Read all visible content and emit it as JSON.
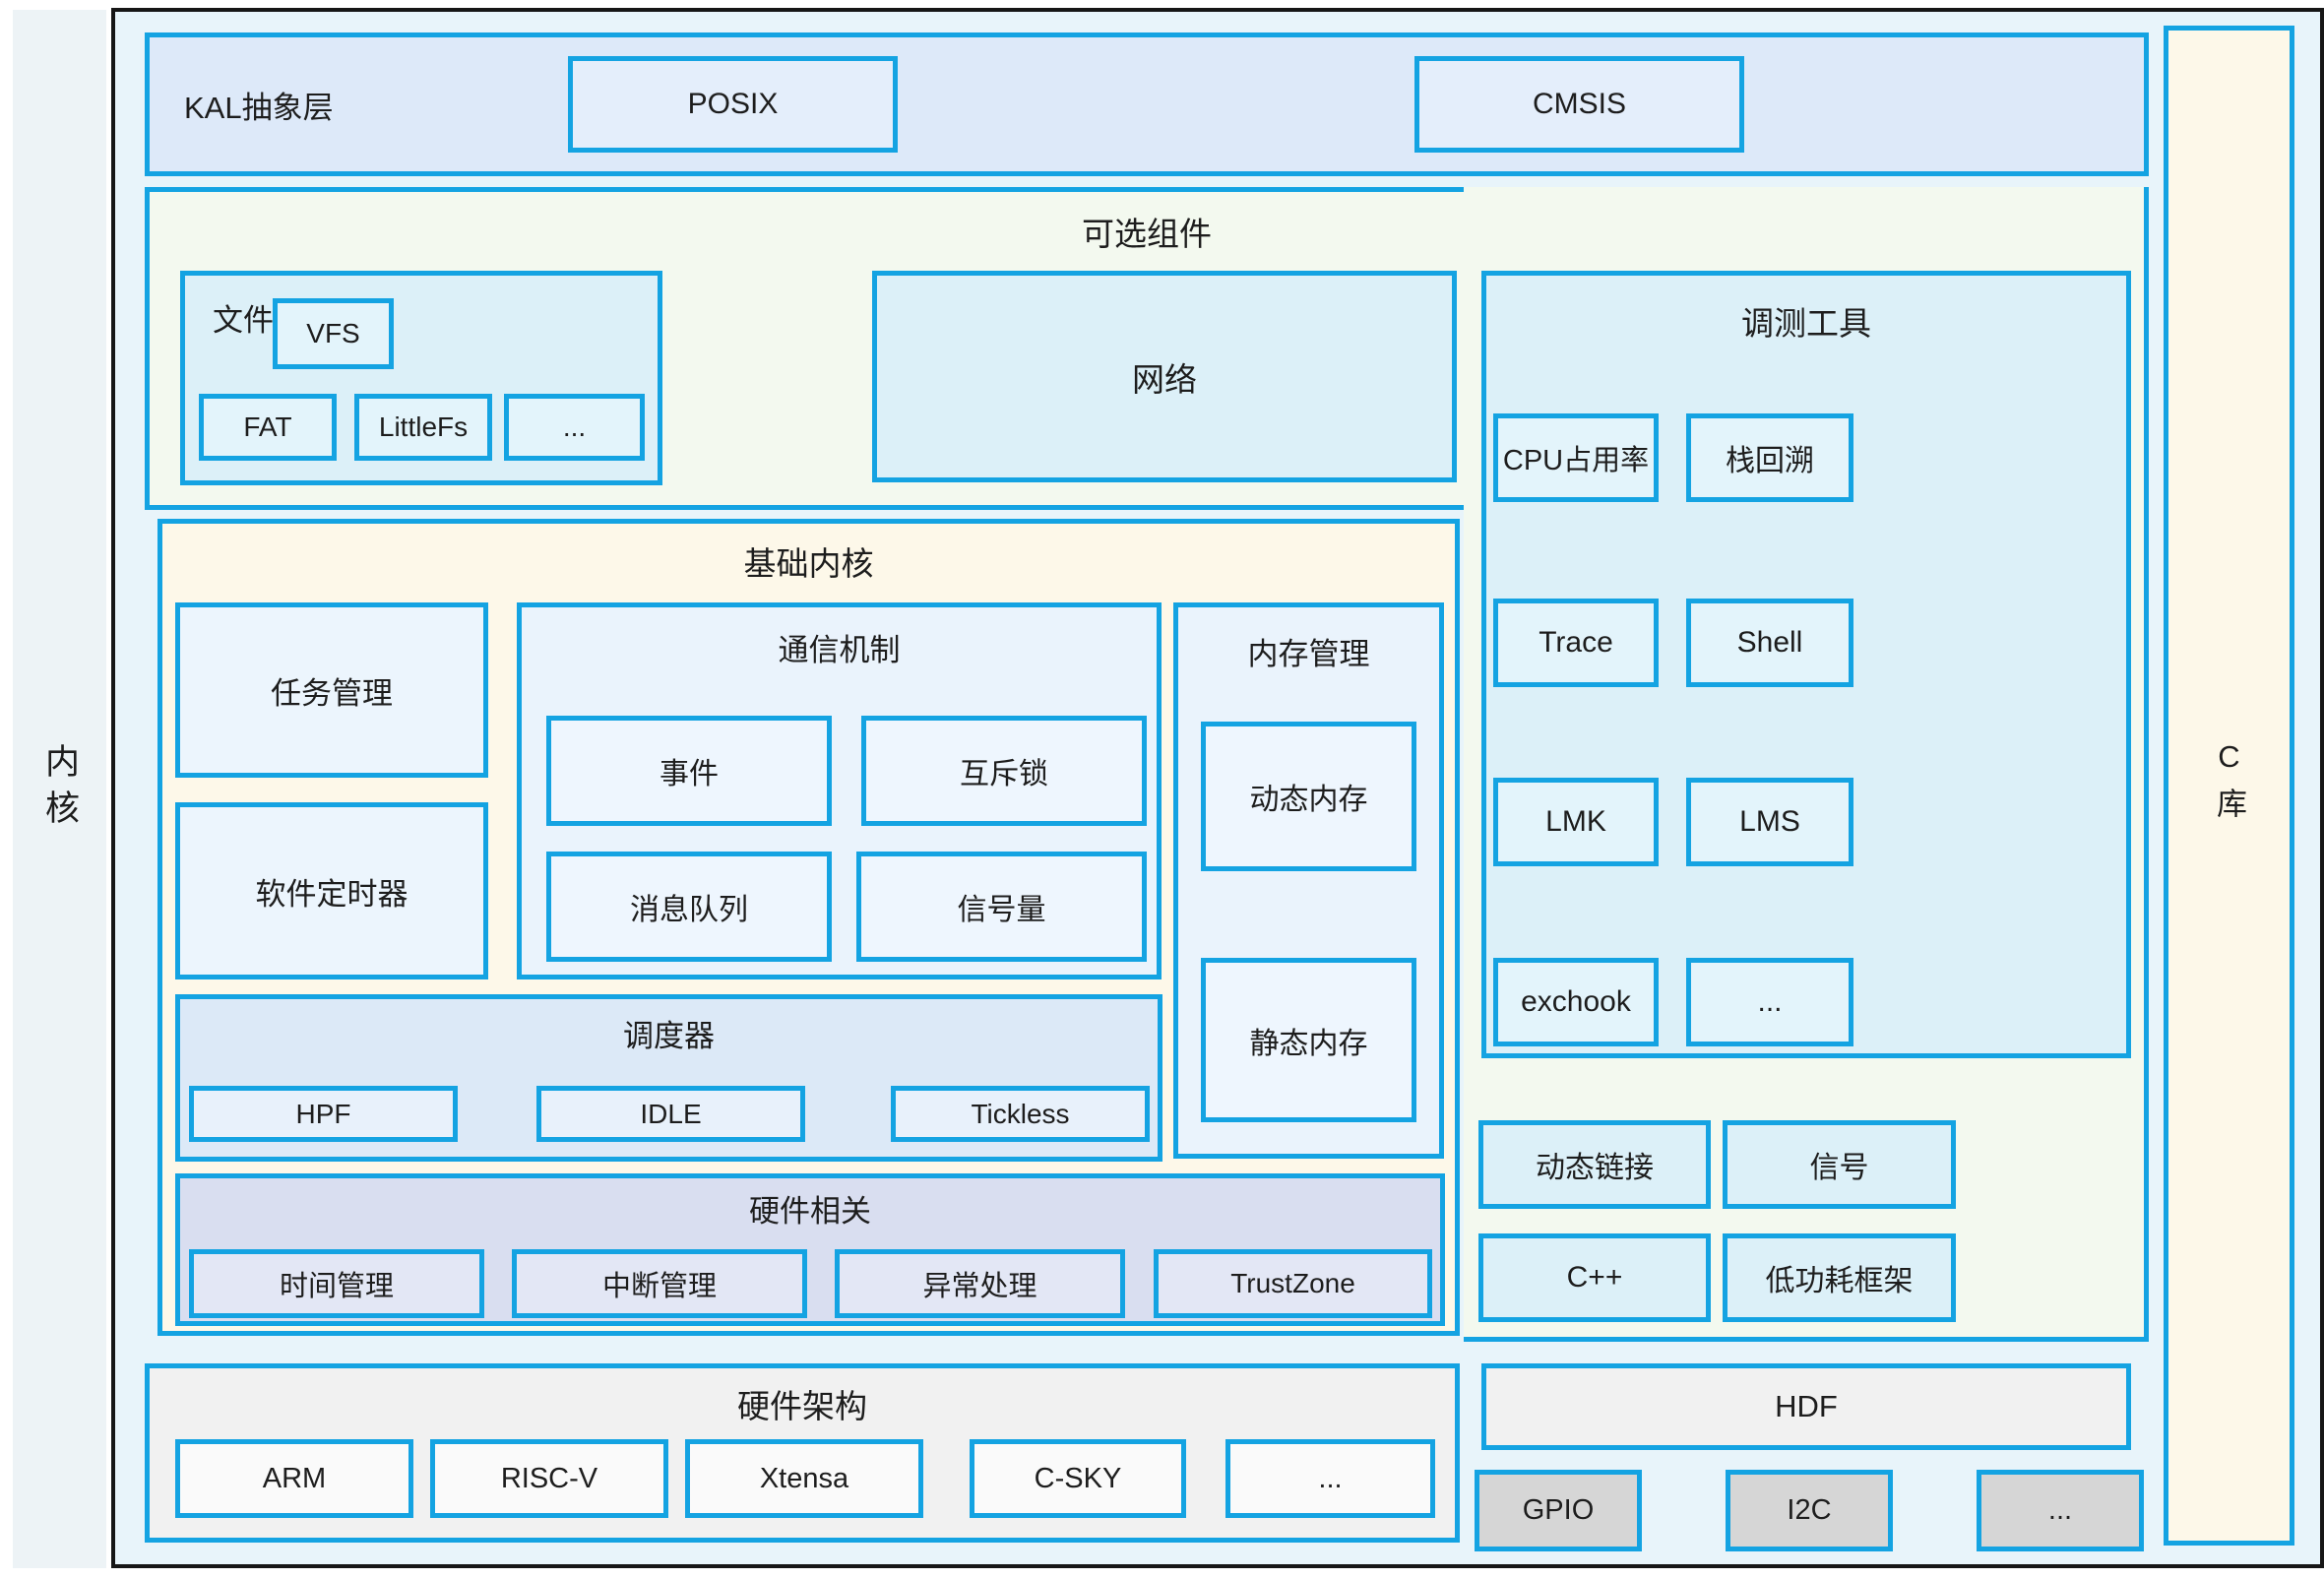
{
  "diagram": {
    "kernel_rail": "内核",
    "c_library": "C库",
    "kal": {
      "title": "KAL抽象层",
      "posix": "POSIX",
      "cmsis": "CMSIS"
    },
    "optional": {
      "title": "可选组件",
      "filesystem": {
        "title": "文件系统",
        "vfs": "VFS",
        "items": [
          "FAT",
          "LittleFs",
          "..."
        ]
      },
      "network": "网络",
      "debug_tools": {
        "title": "调测工具",
        "items": [
          "CPU占用率",
          "栈回溯",
          "Trace",
          "Shell",
          "LMK",
          "LMS",
          "exchook",
          "..."
        ]
      },
      "extras": [
        "动态链接",
        "信号",
        "C++",
        "低功耗框架"
      ]
    },
    "kernel_base": {
      "title": "基础内核",
      "task_mgmt": "任务管理",
      "sw_timer": "软件定时器",
      "ipc": {
        "title": "通信机制",
        "items": [
          "事件",
          "互斥锁",
          "消息队列",
          "信号量"
        ]
      },
      "memory": {
        "title": "内存管理",
        "items": [
          "动态内存",
          "静态内存"
        ]
      },
      "scheduler": {
        "title": "调度器",
        "items": [
          "HPF",
          "IDLE",
          "Tickless"
        ]
      },
      "hardware_related": {
        "title": "硬件相关",
        "items": [
          "时间管理",
          "中断管理",
          "异常处理",
          "TrustZone"
        ]
      }
    },
    "hardware_arch": {
      "title": "硬件架构",
      "items": [
        "ARM",
        "RISC-V",
        "Xtensa",
        "C-SKY",
        "..."
      ]
    },
    "hdf": {
      "title": "HDF",
      "items": [
        "GPIO",
        "I2C",
        "..."
      ]
    },
    "colors": {
      "accent_border": "#14a3e2",
      "outer_frame": "#1a1a1a",
      "canvas_bg": "#e8f4fa",
      "optional_bg": "#f3f9ef",
      "kernel_base_bg": "#fdf8e9",
      "c_library_bg": "#fdf8e9",
      "cyan_panel": "#dcf0f8",
      "cyan_item": "#e3f4fb",
      "kal_bar_bg": "#dde9f9",
      "scheduler_bg": "#dce9f7",
      "hardware_related_bg": "#d9def0",
      "hardware_arch_bg": "#f1f1f1",
      "hdf_item_bg": "#d6d6d6"
    }
  }
}
